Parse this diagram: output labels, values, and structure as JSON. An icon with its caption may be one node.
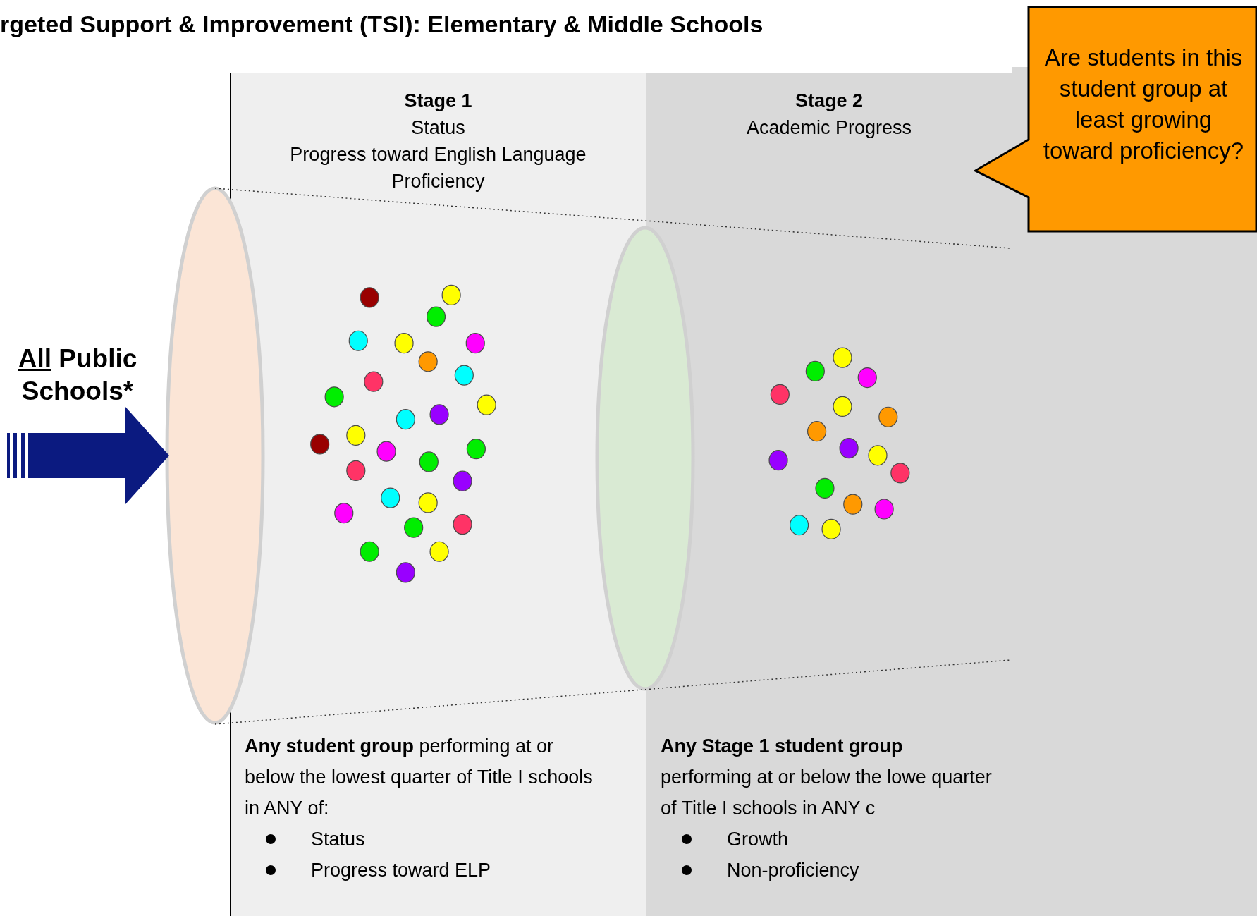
{
  "diagram": {
    "title": "rgeted Support & Improvement (TSI): Elementary & Middle Schools",
    "nodes": [
      {
        "text": [
          "Stage 1",
          "Status",
          "Progress toward English Language Proficiency",
          "**Any student group** performing at or below the lowest quarter of Title I schools in ANY of:",
          "Status",
          "Progress toward ELP"
        ]
      },
      {
        "text": [
          "Stage 2",
          "Academic Progress",
          "**Any Stage 1 student group** performing at or below the lowe quarter of Title I schools in ANY c",
          "Growth",
          "Non-proficiency"
        ]
      },
      {
        "text": [],
        "shape": "circle"
      },
      {
        "text": [],
        "shape": "circle"
      },
      {
        "text": [
          "Are students in this student group at least growing toward proficiency?"
        ]
      }
    ],
    "edges": [
      {
        "from": null,
        "to": 2,
        "arrow": "to",
        "style": "thick",
        "color": "#0b1a80"
      }
    ],
    "labels": [
      "All Public Schools*"
    ]
  }
}
